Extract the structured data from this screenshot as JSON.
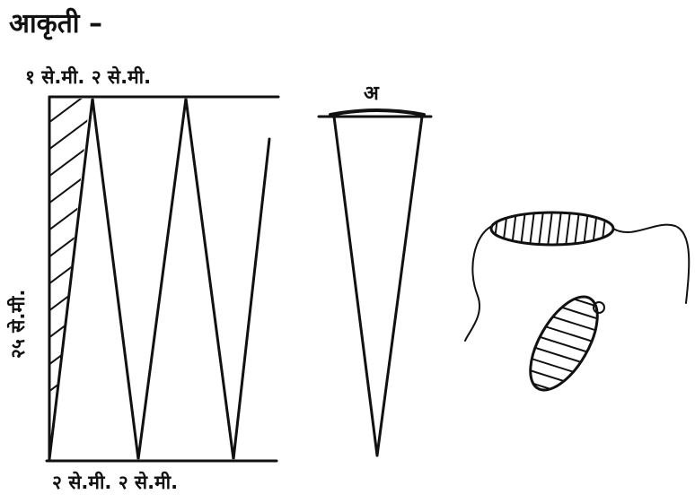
{
  "figure": {
    "heading": "आकृती –",
    "top_dimension_label": "१ से.मी. २ से.मी.",
    "bottom_dimension_label": "२ से.मी. २ से.मी.",
    "height_label": "२५ से.मी.",
    "cone_label": "अ"
  },
  "colors": {
    "ink": "#111111",
    "background": "#ffffff"
  },
  "elements": {
    "strip_diagram": "zigzag paper strip with shaded first triangle",
    "cone": "rolled paper cone",
    "beads": [
      "bead on thread",
      "loose bead"
    ]
  }
}
